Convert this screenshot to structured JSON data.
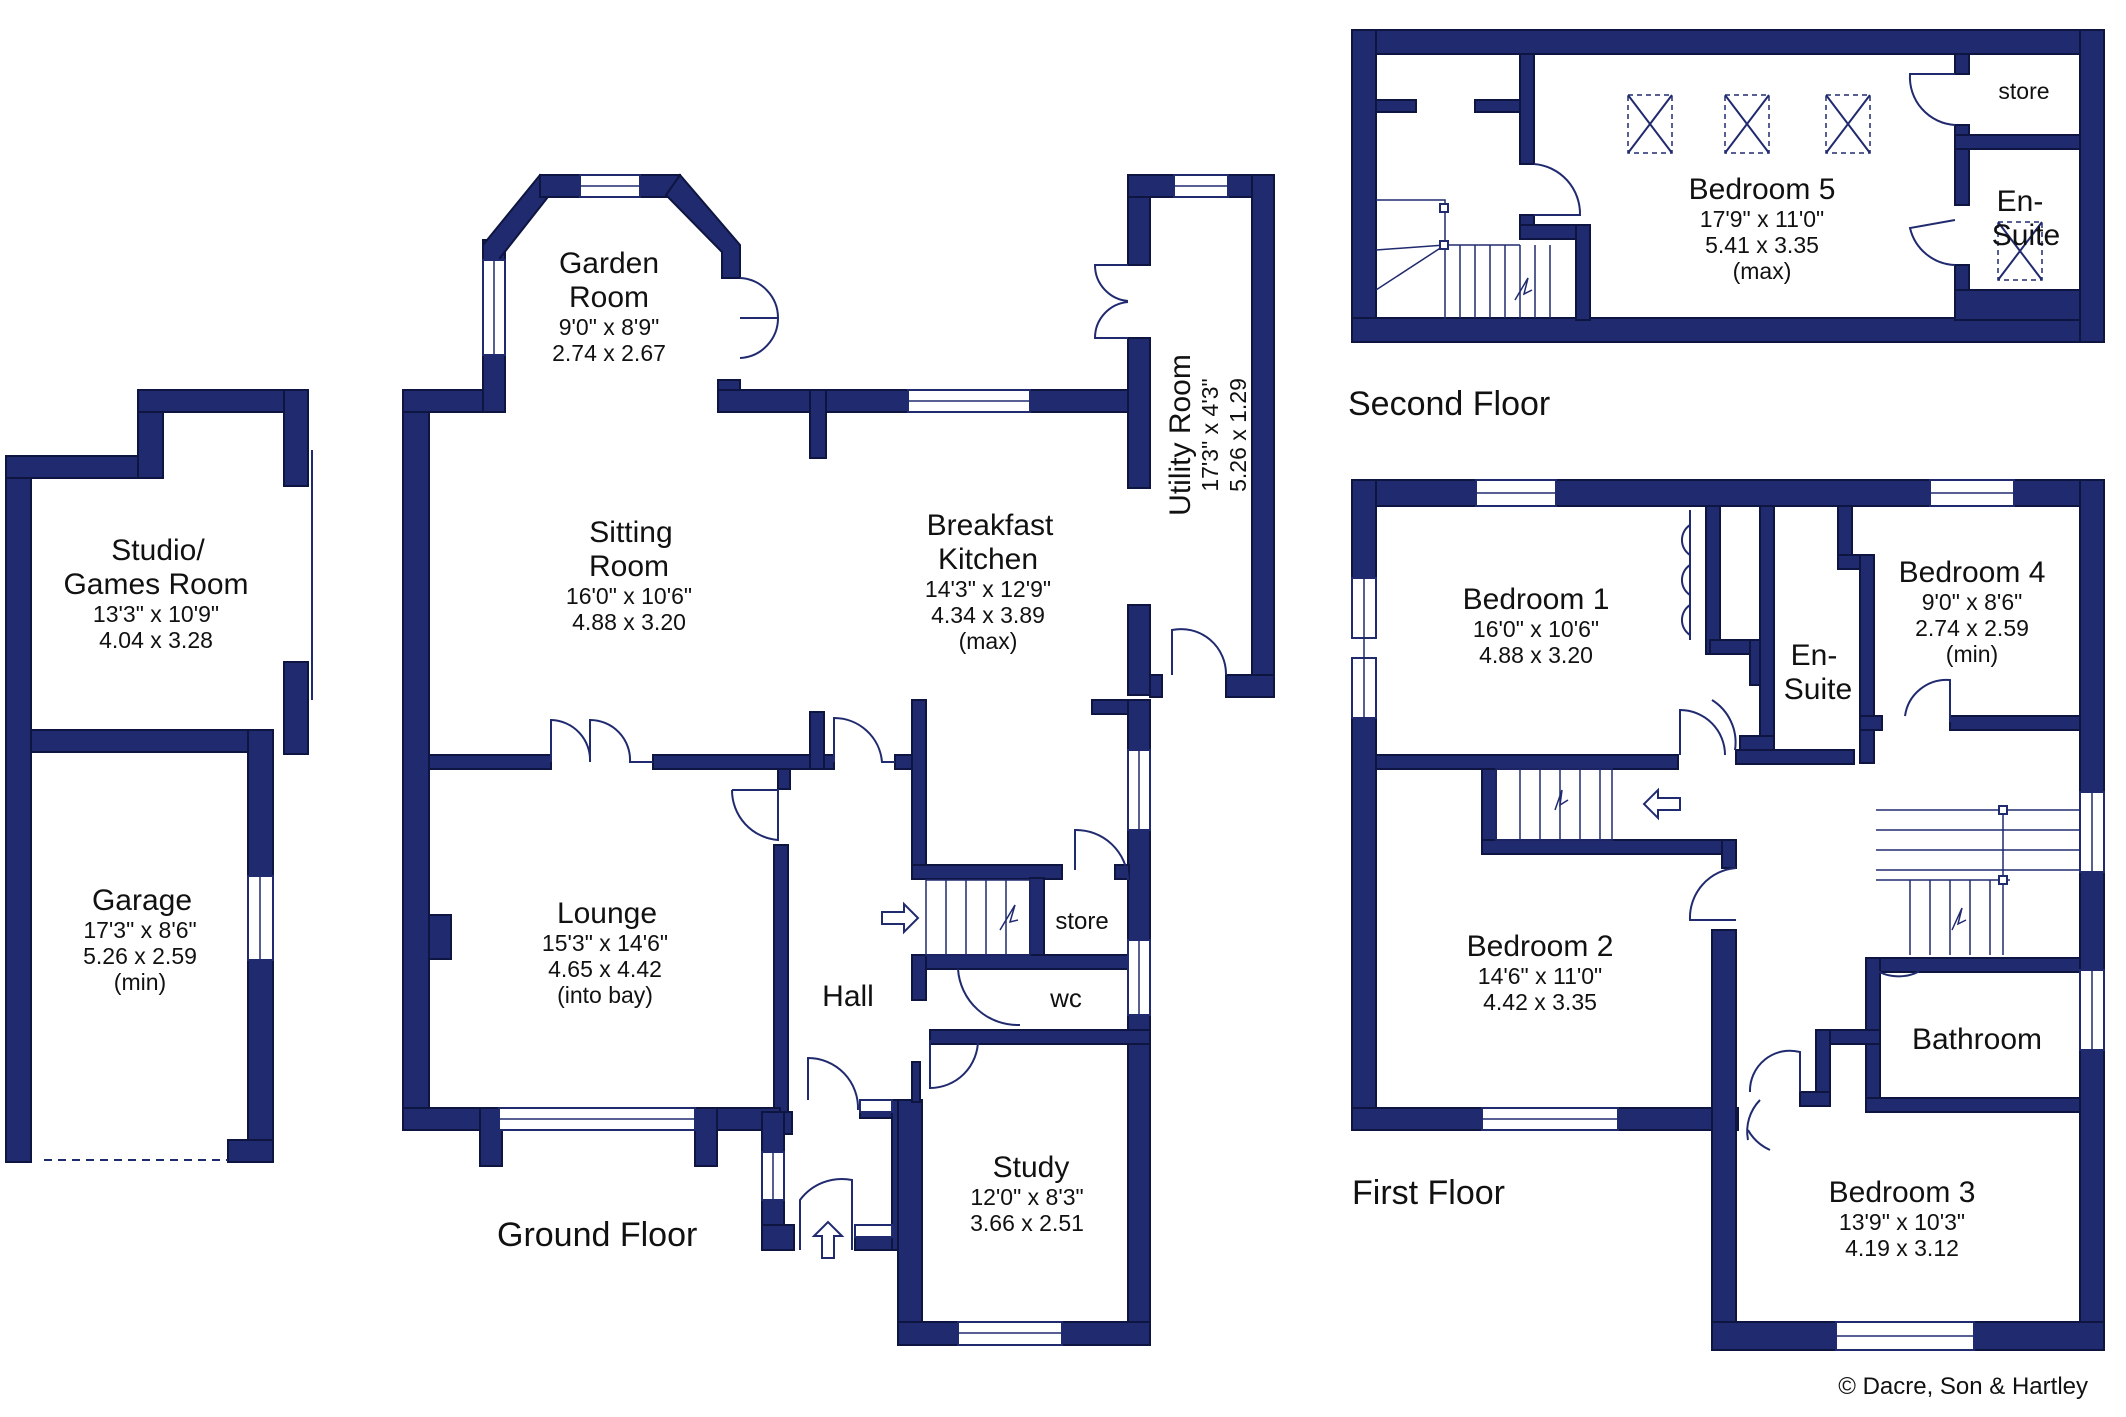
{
  "floors": {
    "ground": "Ground Floor",
    "first": "First Floor",
    "second": "Second Floor"
  },
  "rooms": {
    "studio": {
      "name1": "Studio/",
      "name2": "Games Room",
      "imperial": "13'3\"  x  10'9\"",
      "metric": "4.04  x  3.28"
    },
    "garage": {
      "name": "Garage",
      "imperial": "17'3\"  x  8'6\"",
      "metric": "5.26  x  2.59",
      "note": "(min)"
    },
    "garden_room": {
      "name1": "Garden",
      "name2": "Room",
      "imperial": "9'0\"  x  8'9\"",
      "metric": "2.74  x  2.67"
    },
    "sitting_room": {
      "name1": "Sitting",
      "name2": "Room",
      "imperial": "16'0\"  x  10'6\"",
      "metric": "4.88  x  3.20"
    },
    "breakfast_kitchen": {
      "name1": "Breakfast",
      "name2": "Kitchen",
      "imperial": "14'3\"  x  12'9\"",
      "metric": "4.34  x  3.89",
      "note": "(max)"
    },
    "utility_room": {
      "name": "Utility Room",
      "imperial": "17'3\"  x  4'3\"",
      "metric": "5.26  x  1.29"
    },
    "lounge": {
      "name": "Lounge",
      "imperial": "15'3\"  x  14'6\"",
      "metric": "4.65  x  4.42",
      "note": "(into bay)"
    },
    "hall": {
      "name": "Hall"
    },
    "store_ground": {
      "name": "store"
    },
    "wc": {
      "name": "wc"
    },
    "study": {
      "name": "Study",
      "imperial": "12'0\"  x  8'3\"",
      "metric": "3.66  x  2.51"
    },
    "bedroom1": {
      "name": "Bedroom 1",
      "imperial": "16'0\"  x  10'6\"",
      "metric": "4.88  x  3.20"
    },
    "ensuite_first": {
      "name1": "En-",
      "name2": "Suite"
    },
    "bedroom4": {
      "name": "Bedroom 4",
      "imperial": "9'0\"  x  8'6\"",
      "metric": "2.74  x  2.59",
      "note": "(min)"
    },
    "bedroom2": {
      "name": "Bedroom 2",
      "imperial": "14'6\"  x  11'0\"",
      "metric": "4.42  x  3.35"
    },
    "bathroom": {
      "name": "Bathroom"
    },
    "bedroom3": {
      "name": "Bedroom 3",
      "imperial": "13'9\"  x  10'3\"",
      "metric": "4.19  x  3.12"
    },
    "bedroom5": {
      "name": "Bedroom 5",
      "imperial": "17'9\"  x  11'0\"",
      "metric": "5.41  x  3.35",
      "note": "(max)"
    },
    "store_second": {
      "name": "store"
    },
    "ensuite_second": {
      "name1": "En-",
      "name2": "Suite"
    }
  },
  "credit": "© Dacre, Son & Hartley",
  "colors": {
    "wall": "#202a6e"
  }
}
